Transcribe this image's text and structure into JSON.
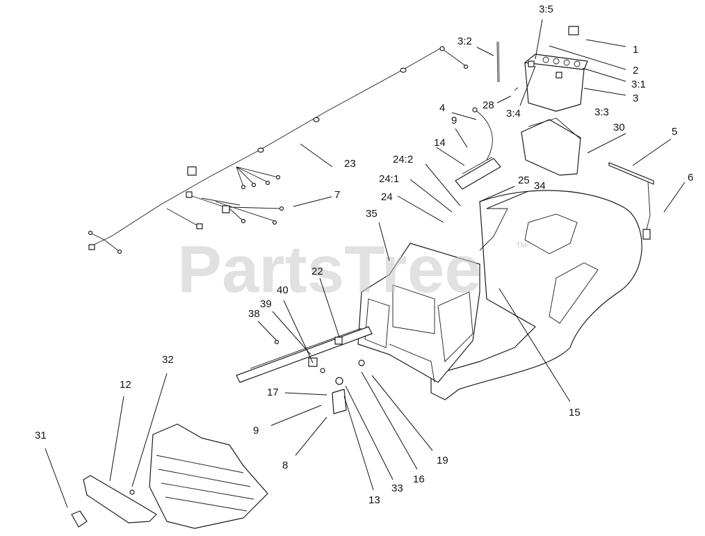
{
  "watermark": {
    "text": "PartsTree",
    "trademark": "TM"
  },
  "callouts": [
    {
      "id": "c1",
      "text": "1"
    },
    {
      "id": "c2",
      "text": "2"
    },
    {
      "id": "c3",
      "text": "3"
    },
    {
      "id": "c31a",
      "text": "3:1"
    },
    {
      "id": "c32a",
      "text": "3:2"
    },
    {
      "id": "c33a",
      "text": "3:3"
    },
    {
      "id": "c34a",
      "text": "3:4"
    },
    {
      "id": "c35a",
      "text": "3:5"
    },
    {
      "id": "c4",
      "text": "4"
    },
    {
      "id": "c5",
      "text": "5"
    },
    {
      "id": "c6",
      "text": "6"
    },
    {
      "id": "c7",
      "text": "7"
    },
    {
      "id": "c8",
      "text": "8"
    },
    {
      "id": "c9a",
      "text": "9"
    },
    {
      "id": "c9b",
      "text": "9"
    },
    {
      "id": "c12",
      "text": "12"
    },
    {
      "id": "c13",
      "text": "13"
    },
    {
      "id": "c14",
      "text": "14"
    },
    {
      "id": "c15",
      "text": "15"
    },
    {
      "id": "c16",
      "text": "16"
    },
    {
      "id": "c17",
      "text": "17"
    },
    {
      "id": "c19",
      "text": "19"
    },
    {
      "id": "c22",
      "text": "22"
    },
    {
      "id": "c23",
      "text": "23"
    },
    {
      "id": "c24",
      "text": "24"
    },
    {
      "id": "c241",
      "text": "24:1"
    },
    {
      "id": "c242",
      "text": "24:2"
    },
    {
      "id": "c25",
      "text": "25"
    },
    {
      "id": "c28",
      "text": "28"
    },
    {
      "id": "c30",
      "text": "30"
    },
    {
      "id": "c31",
      "text": "31"
    },
    {
      "id": "c32",
      "text": "32"
    },
    {
      "id": "c33",
      "text": "33"
    },
    {
      "id": "c34",
      "text": "34"
    },
    {
      "id": "c35",
      "text": "35"
    },
    {
      "id": "c38",
      "text": "38"
    },
    {
      "id": "c39",
      "text": "39"
    },
    {
      "id": "c40",
      "text": "40"
    }
  ]
}
